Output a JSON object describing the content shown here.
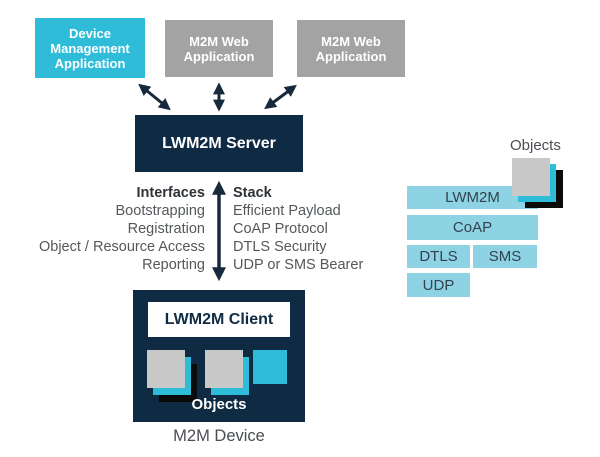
{
  "diagram": {
    "top_boxes": [
      {
        "label": "Device Management Application"
      },
      {
        "label": "M2M Web Application"
      },
      {
        "label": "M2M Web Application"
      }
    ],
    "server_label": "LWM2M Server",
    "interfaces": {
      "title": "Interfaces",
      "items": [
        "Bootstrapping",
        "Registration",
        "Object / Resource Access",
        "Reporting"
      ]
    },
    "stack": {
      "title": "Stack",
      "items": [
        "Efficient Payload",
        "CoAP Protocol",
        "DTLS Security",
        "UDP or SMS Bearer"
      ]
    },
    "device": {
      "client_label": "LWM2M Client",
      "objects_label": "Objects",
      "caption": "M2M Device"
    },
    "protocol_stack": {
      "objects_label": "Objects",
      "layers": [
        "LWM2M",
        "CoAP",
        "DTLS",
        "SMS",
        "UDP"
      ]
    },
    "colors": {
      "accent_cyan": "#2FBCD9",
      "light_cyan": "#8DD3E3",
      "gray": "#A3A3A3",
      "navy": "#0F2A43",
      "arrow": "#16293D"
    }
  }
}
